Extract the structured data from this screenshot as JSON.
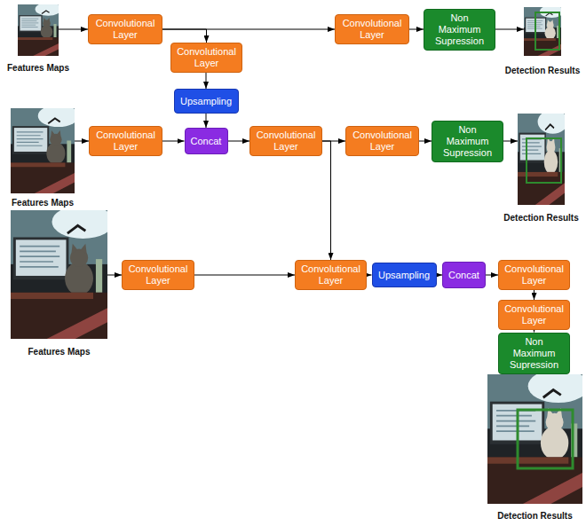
{
  "diagram": {
    "nodes": [
      {
        "text": [
          "Features Maps"
        ]
      },
      {
        "text": [
          "Convolutional Layer"
        ]
      },
      {
        "text": [
          "Convolutional Layer"
        ]
      },
      {
        "text": [
          "Non Maximum Supression"
        ]
      },
      {
        "text": [
          "Detection Results"
        ]
      },
      {
        "text": [
          "Convolutional Layer"
        ]
      },
      {
        "text": [
          "Upsampling"
        ]
      },
      {
        "text": [
          "Features Maps"
        ]
      },
      {
        "text": [
          "Convolutional Layer"
        ]
      },
      {
        "text": [
          "Concat"
        ]
      },
      {
        "text": [
          "Convolutional Layer"
        ]
      },
      {
        "text": [
          "Convolutional Layer"
        ]
      },
      {
        "text": [
          "Non Maximum Supression"
        ]
      },
      {
        "text": [
          "Detection Results"
        ]
      },
      {
        "text": [
          "Features Maps"
        ]
      },
      {
        "text": [
          "Convolutional Layer"
        ]
      },
      {
        "text": [
          "Convolutional Layer"
        ]
      },
      {
        "text": [
          "Upsampling"
        ]
      },
      {
        "text": [
          "Concat"
        ]
      },
      {
        "text": [
          "Convolutional Layer"
        ]
      },
      {
        "text": [
          "Convolutional Layer"
        ]
      },
      {
        "text": [
          "Non Maximum Supression"
        ]
      },
      {
        "text": [
          "Detection Results"
        ]
      }
    ],
    "edges": [
      {
        "from": 0,
        "to": 1,
        "arrow": "to"
      },
      {
        "from": 1,
        "to": 2,
        "arrow": "to"
      },
      {
        "from": 1,
        "to": 5,
        "arrow": "to"
      },
      {
        "from": 2,
        "to": 3,
        "arrow": "to"
      },
      {
        "from": 3,
        "to": 4,
        "arrow": "to"
      },
      {
        "from": 5,
        "to": 6,
        "arrow": "to"
      },
      {
        "from": 6,
        "to": 9,
        "arrow": "to"
      },
      {
        "from": 7,
        "to": 8,
        "arrow": "to"
      },
      {
        "from": 8,
        "to": 9,
        "arrow": "to"
      },
      {
        "from": 9,
        "to": 10,
        "arrow": "to"
      },
      {
        "from": 10,
        "to": 11,
        "arrow": "to"
      },
      {
        "from": 11,
        "to": 12,
        "arrow": "to"
      },
      {
        "from": 12,
        "to": 13,
        "arrow": "to"
      },
      {
        "from": 10,
        "to": 16,
        "arrow": "to"
      },
      {
        "from": 14,
        "to": 15,
        "arrow": "to"
      },
      {
        "from": 15,
        "to": 16,
        "arrow": "to"
      },
      {
        "from": 16,
        "to": 17,
        "arrow": "to"
      },
      {
        "from": 17,
        "to": 18,
        "arrow": "to"
      },
      {
        "from": 18,
        "to": 19,
        "arrow": "to"
      },
      {
        "from": 19,
        "to": 20,
        "arrow": "to"
      },
      {
        "from": 20,
        "to": 21,
        "arrow": "to"
      },
      {
        "from": 21,
        "to": 22,
        "arrow": "to"
      }
    ]
  }
}
